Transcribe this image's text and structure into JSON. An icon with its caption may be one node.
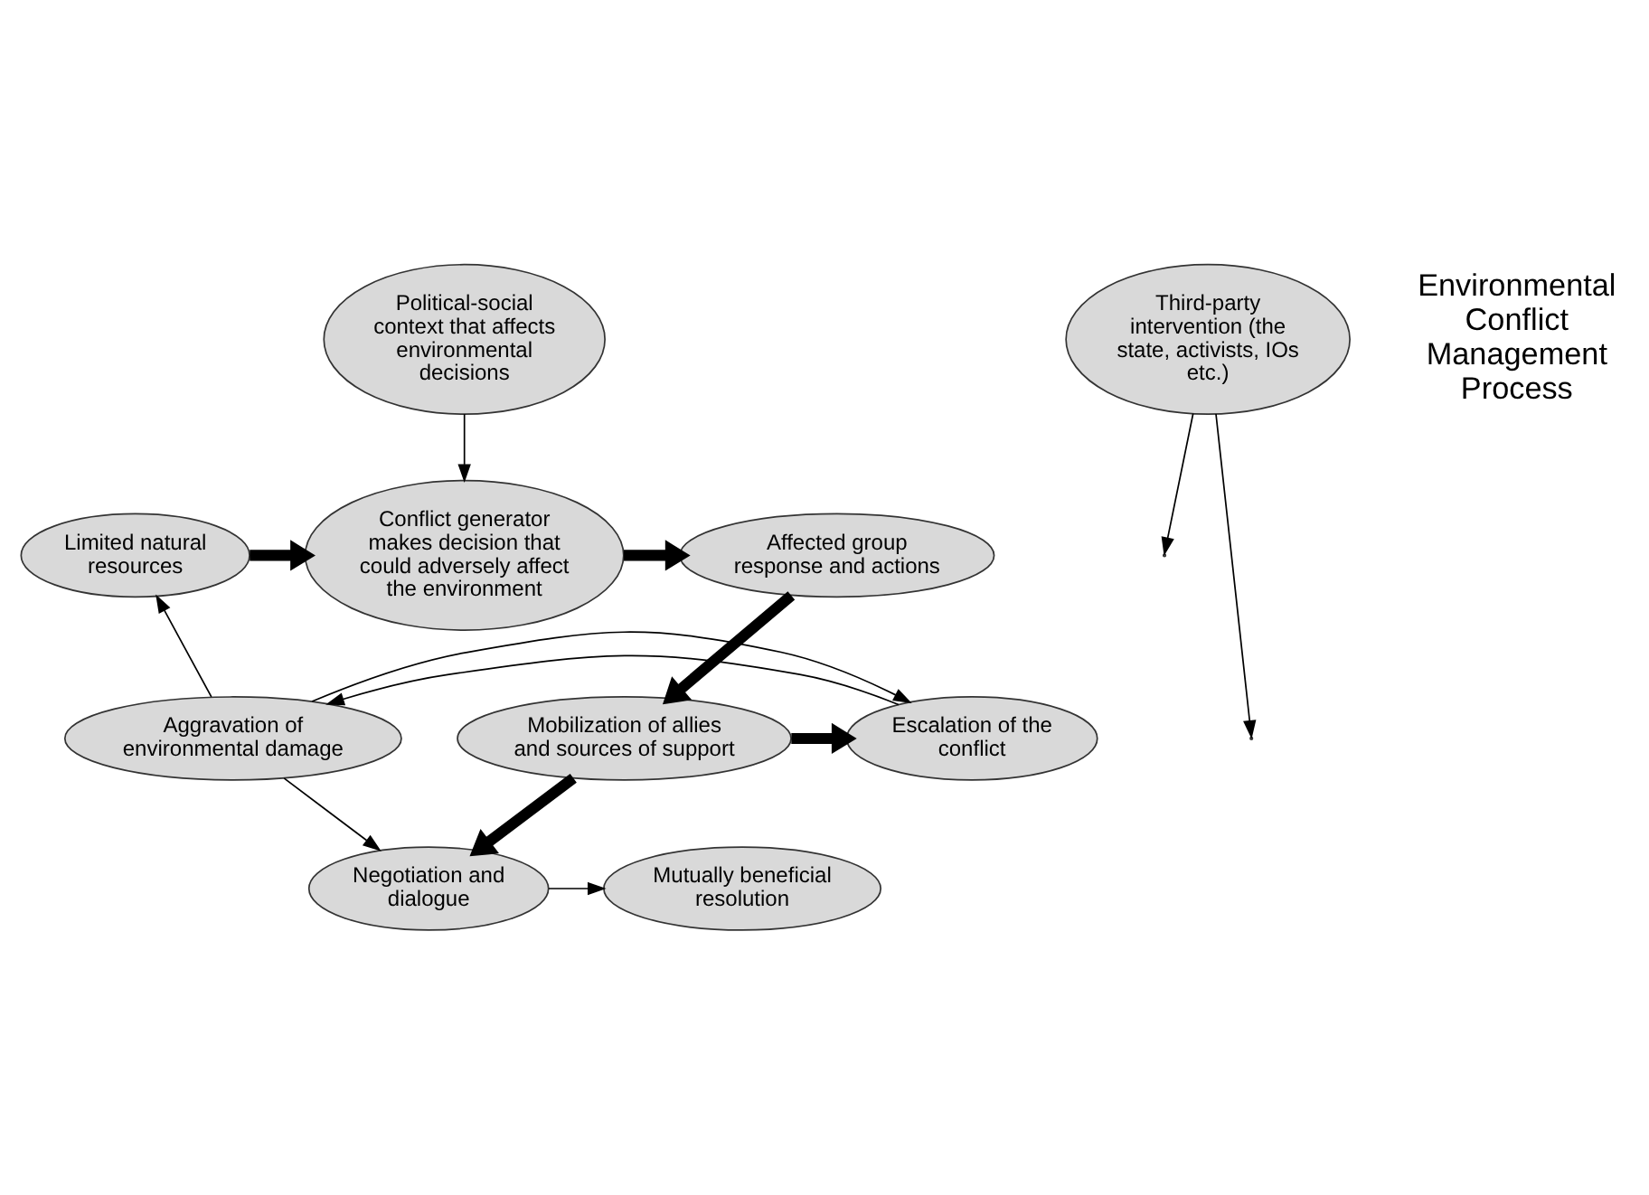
{
  "diagram": {
    "nodes": [
      {
        "text": [
          "Limited natural resources"
        ]
      },
      {
        "text": [
          "Conflict generator makes decision that could adversely affect the environment"
        ]
      },
      {
        "text": [
          "Affected group response and actions"
        ]
      },
      {
        "text": [
          "Political-social context that affects environmental decisions"
        ]
      },
      {
        "text": [
          "Third-party intervention (the state, activists, IOs etc.)"
        ]
      },
      {
        "text": [
          "Aggravation of environmental damage"
        ]
      },
      {
        "text": [
          "Escalation of the conflict"
        ]
      },
      {
        "text": [
          "Mobilization of allies and sources of support"
        ]
      },
      {
        "text": [
          "Mutually beneficial resolution"
        ]
      },
      {
        "text": [
          "Negotiation and dialogue"
        ]
      }
    ],
    "edges": [
      {
        "from": 0,
        "to": 1,
        "arrow": "to",
        "style": "thick"
      },
      {
        "from": 1,
        "to": 2,
        "arrow": "to",
        "style": "thick"
      },
      {
        "from": 3,
        "to": 1,
        "arrow": "to"
      },
      {
        "from": 4,
        "to": null,
        "arrow": "to"
      },
      {
        "from": 4,
        "to": null,
        "arrow": "to"
      },
      {
        "from": 2,
        "to": 7,
        "arrow": "to",
        "style": "thick"
      },
      {
        "from": 7,
        "to": 6,
        "arrow": "to",
        "style": "thick"
      },
      {
        "from": 7,
        "to": 9,
        "arrow": "to",
        "style": "thick"
      },
      {
        "from": 6,
        "to": 5,
        "arrow": "to"
      },
      {
        "from": 5,
        "to": 6,
        "arrow": "to"
      },
      {
        "from": 5,
        "to": 9,
        "arrow": "to"
      },
      {
        "from": 9,
        "to": 8,
        "arrow": "to"
      },
      {
        "from": 5,
        "to": 0,
        "arrow": "to"
      }
    ],
    "labels": [
      "Environmental Conflict Management Process"
    ]
  }
}
